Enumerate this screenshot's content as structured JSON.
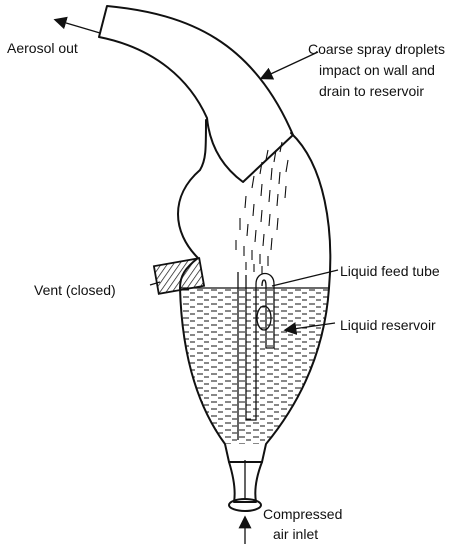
{
  "labels": {
    "aerosol_out": "Aerosol out",
    "coarse_spray_line1": "Coarse spray droplets",
    "coarse_spray_line2": "impact on wall and",
    "coarse_spray_line3": "drain to reservoir",
    "vent": "Vent (closed)",
    "liquid_feed_tube": "Liquid feed tube",
    "liquid_reservoir": "Liquid reservoir",
    "compressed_line1": "Compressed",
    "compressed_line2": "air inlet"
  },
  "colors": {
    "ink": "#111111",
    "paper": "#ffffff"
  }
}
